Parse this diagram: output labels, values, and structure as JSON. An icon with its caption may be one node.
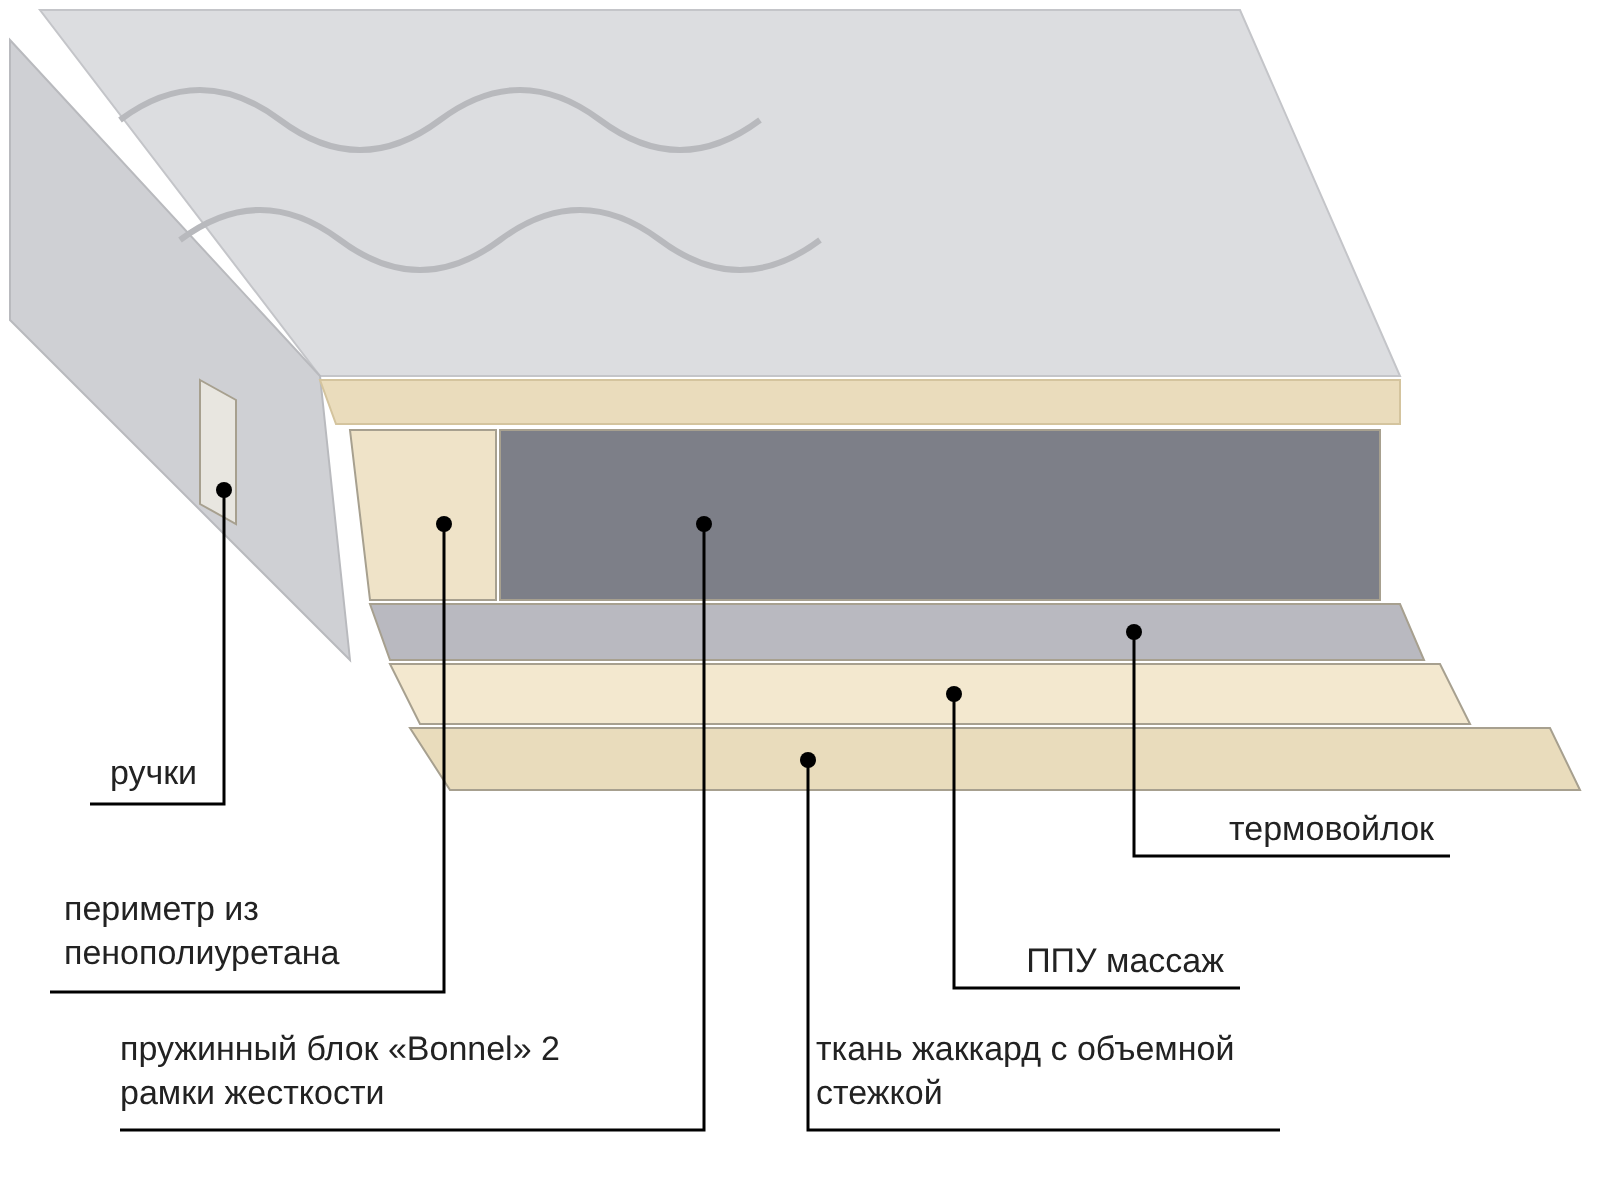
{
  "diagram": {
    "nodes": [
      {
        "text": [
          "ручки"
        ]
      },
      {
        "text": [
          "периметр из пенополиуретана"
        ]
      },
      {
        "text": [
          "пружинный блок «Bonnel» 2 рамки жесткости"
        ]
      },
      {
        "text": [
          "ткань жаккард с объемной стежкой"
        ]
      },
      {
        "text": [
          "ППУ массаж"
        ]
      },
      {
        "text": [
          "термовойлок"
        ]
      },
      {
        "text": [],
        "shape": "box"
      },
      {
        "text": [],
        "shape": "box"
      },
      {
        "text": [],
        "shape": "box"
      },
      {
        "text": [],
        "shape": "box"
      },
      {
        "text": [],
        "shape": "box"
      },
      {
        "text": [],
        "shape": "box"
      }
    ],
    "edges": [
      {
        "from": 0,
        "to": 6,
        "arrow": "other"
      },
      {
        "from": 1,
        "to": 7,
        "arrow": "other"
      },
      {
        "from": 2,
        "to": 8,
        "arrow": "other"
      },
      {
        "from": 3,
        "to": 9,
        "arrow": "other"
      },
      {
        "from": 4,
        "to": 10,
        "arrow": "other"
      },
      {
        "from": 5,
        "to": 11,
        "arrow": "other"
      }
    ]
  }
}
